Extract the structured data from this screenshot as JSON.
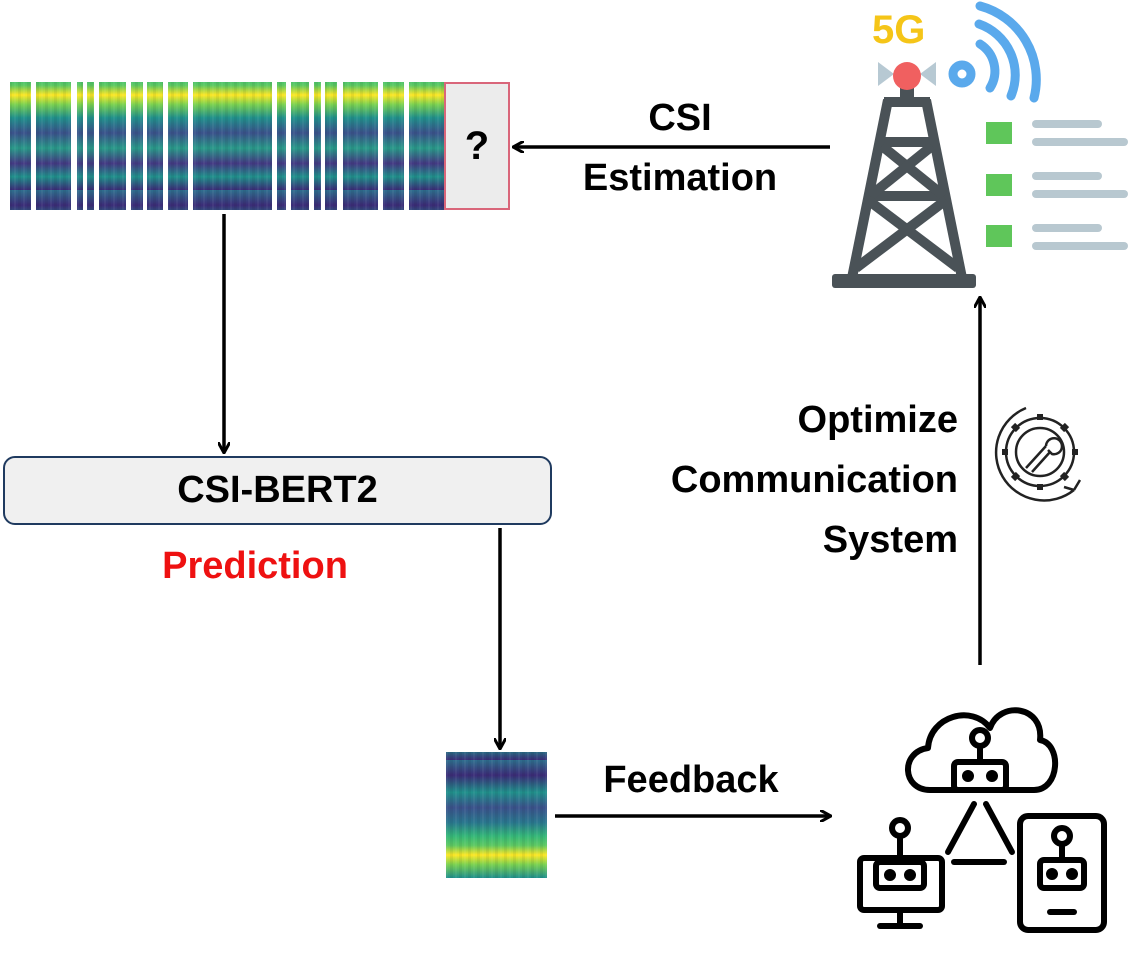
{
  "labels": {
    "model": "CSI-BERT2",
    "prediction": "Prediction",
    "prediction_color": "#ee1111",
    "missing_marker": "?",
    "csi_estimation_line1": "CSI",
    "csi_estimation_line2": "Estimation",
    "optimize_line1": "Optimize",
    "optimize_line2": "Communication",
    "optimize_line3": "System",
    "feedback": "Feedback",
    "badge_5g": "5G"
  },
  "icons": [
    "cell-tower-icon",
    "wifi-signal-icon",
    "settings-gear-wrench-icon",
    "cloud-robot-network-icon"
  ],
  "colors": {
    "heatmap_dark": "#3b2c77",
    "heatmap_mid": "#21918c",
    "heatmap_light": "#5ec962",
    "heatmap_peak": "#fde725",
    "badge_yellow": "#f5c518",
    "wifi_blue": "#5aa9ec",
    "list_green": "#5fc65a",
    "list_gray": "#b8c8d0"
  }
}
